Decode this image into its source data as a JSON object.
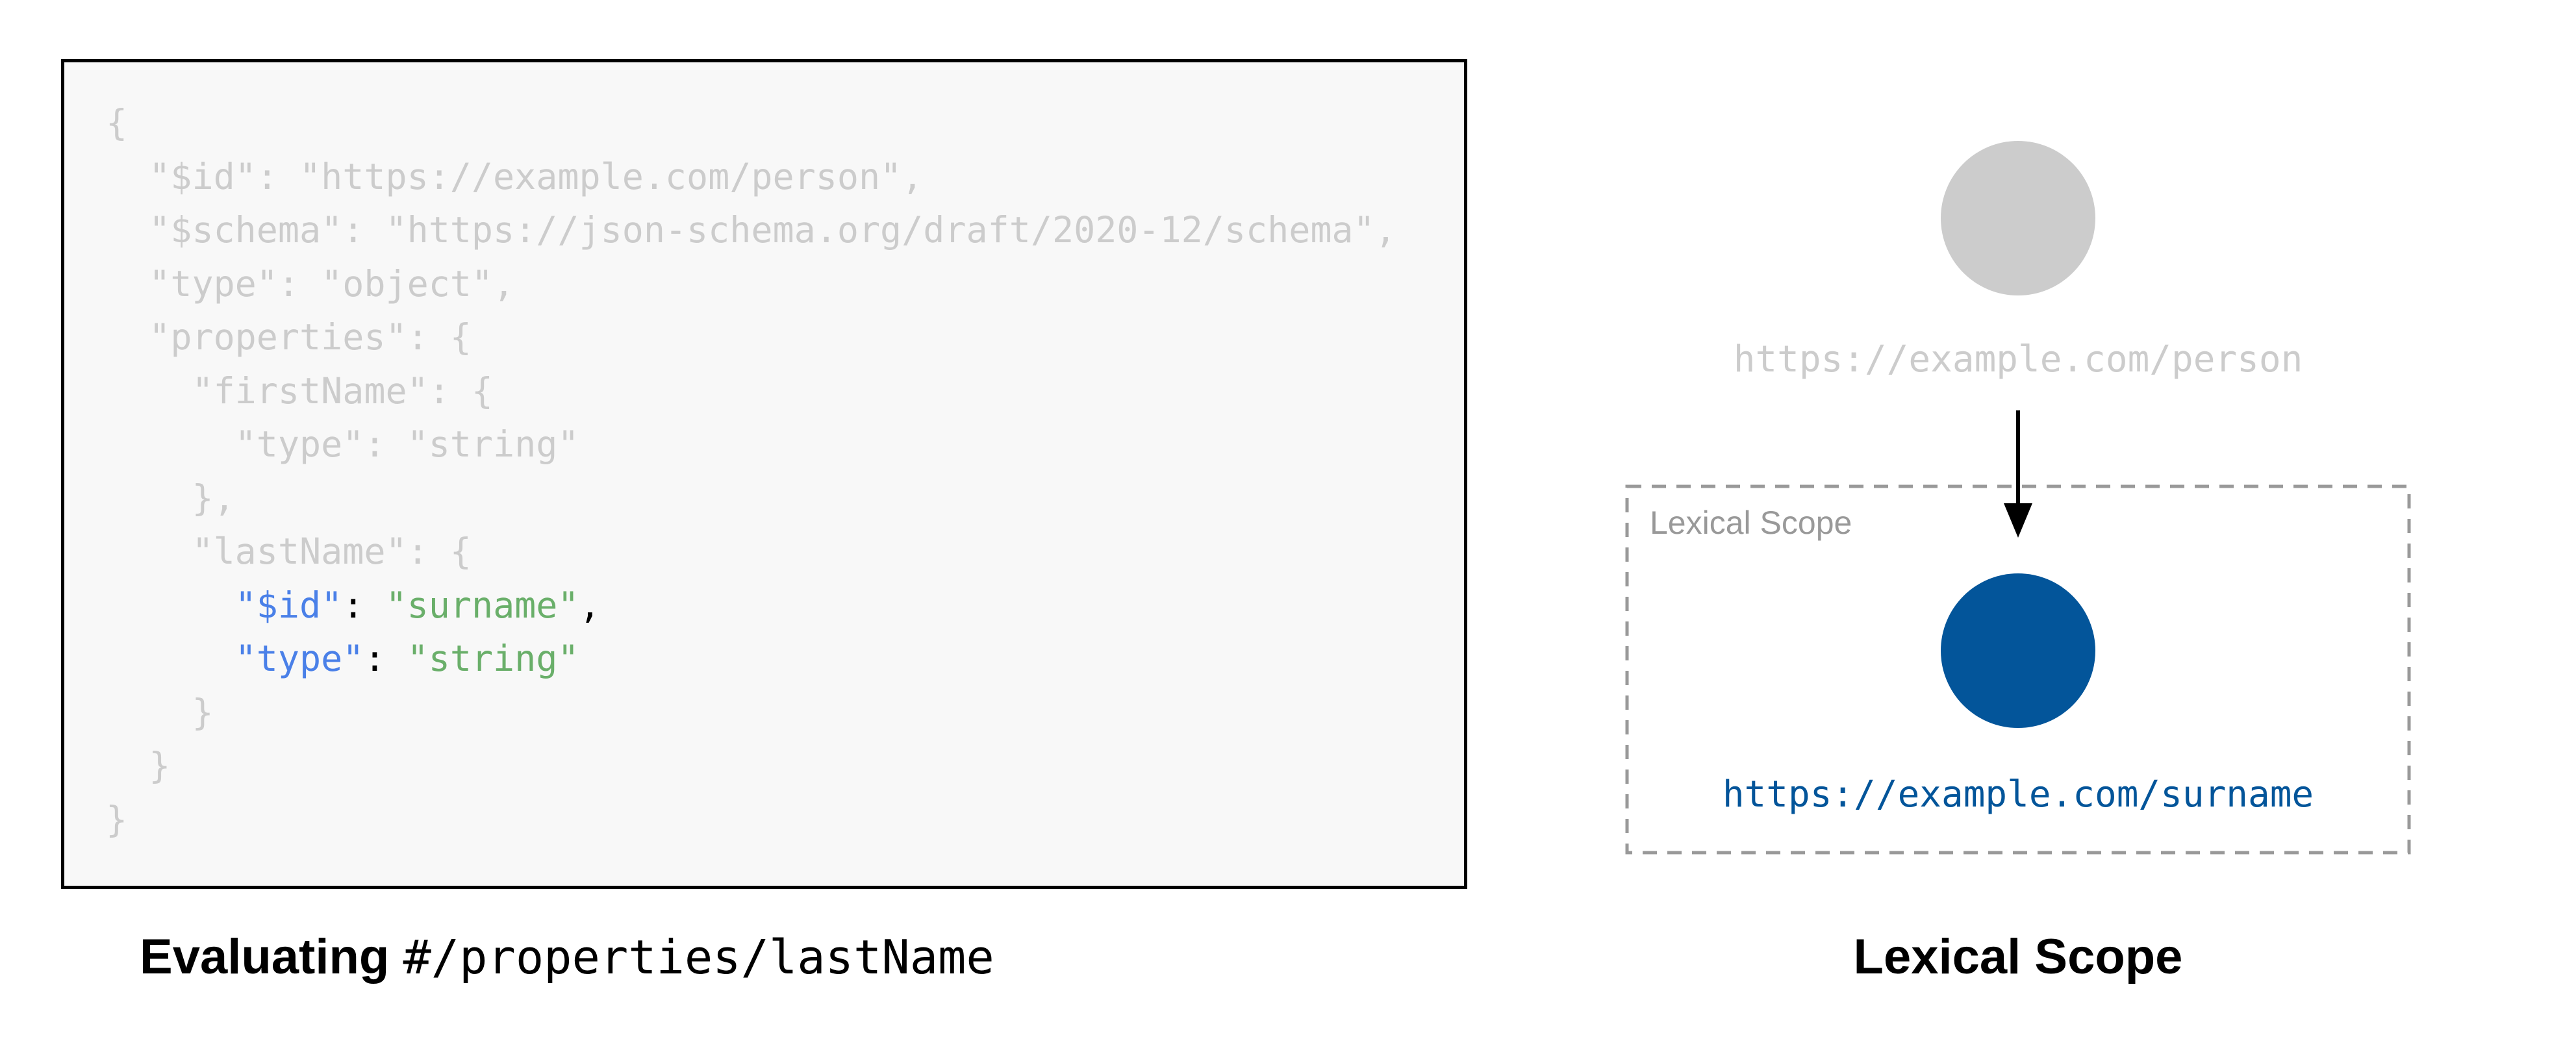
{
  "code": {
    "lines": [
      [
        {
          "t": "{",
          "c": "m"
        }
      ],
      [
        {
          "t": "  \"$id\": \"https://example.com/person\",",
          "c": "m"
        }
      ],
      [
        {
          "t": "  \"$schema\": \"https://json-schema.org/draft/2020-12/schema\",",
          "c": "m"
        }
      ],
      [
        {
          "t": "  \"type\": \"object\",",
          "c": "m"
        }
      ],
      [
        {
          "t": "  \"properties\": {",
          "c": "m"
        }
      ],
      [
        {
          "t": "    \"firstName\": {",
          "c": "m"
        }
      ],
      [
        {
          "t": "      \"type\": \"string\"",
          "c": "m"
        }
      ],
      [
        {
          "t": "    },",
          "c": "m"
        }
      ],
      [
        {
          "t": "    \"lastName\": {",
          "c": "m"
        }
      ],
      [
        {
          "t": "      ",
          "c": "m"
        },
        {
          "t": "\"$id\"",
          "c": "k"
        },
        {
          "t": ": ",
          "c": "p"
        },
        {
          "t": "\"surname\"",
          "c": "s"
        },
        {
          "t": ",",
          "c": "p"
        }
      ],
      [
        {
          "t": "      ",
          "c": "m"
        },
        {
          "t": "\"type\"",
          "c": "k"
        },
        {
          "t": ": ",
          "c": "p"
        },
        {
          "t": "\"string\"",
          "c": "s"
        }
      ],
      [
        {
          "t": "    }",
          "c": "m"
        }
      ],
      [
        {
          "t": "  }",
          "c": "m"
        }
      ],
      [
        {
          "t": "}",
          "c": "m"
        }
      ]
    ]
  },
  "caption_left": {
    "bold": "Evaluating",
    "pointer": "#/properties/lastName"
  },
  "diagram": {
    "parent_uri": "https://example.com/person",
    "scope_label": "Lexical Scope",
    "child_uri": "https://example.com/surname",
    "colors": {
      "parent_node": "#cccccc",
      "child_node": "#03559a",
      "scope_border": "#999999",
      "key": "#4a80e8",
      "string": "#6aaf6a"
    }
  },
  "caption_right": "Lexical Scope"
}
